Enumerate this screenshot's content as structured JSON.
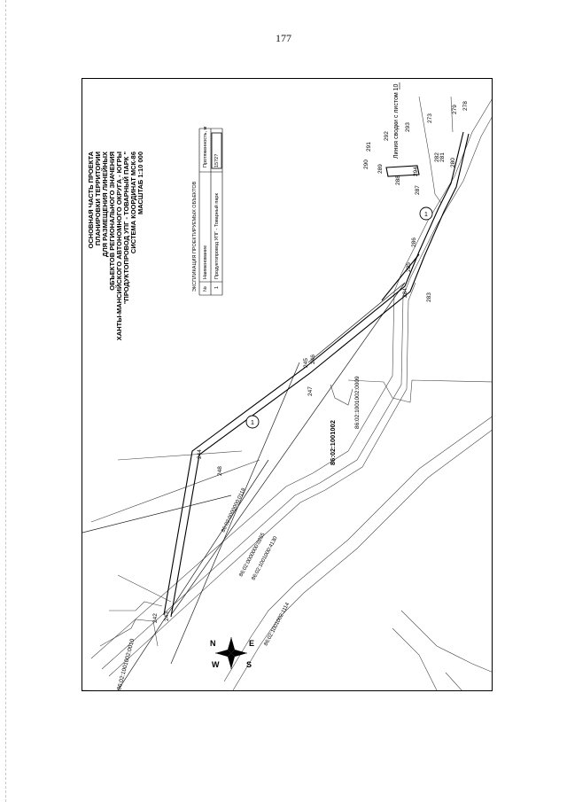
{
  "page": {
    "number": "177"
  },
  "title_block": {
    "lines": [
      "ОСНОВНАЯ ЧАСТЬ ПРОЕКТА",
      "ПЛАНИРОВКИ ТЕРРИТОРИИ",
      "ДЛЯ РАЗМЕЩЕНИЯ ЛИНЕЙНЫХ",
      "ОБЪЕКТОВ РЕГИОНАЛЬНОГО ЗНАЧЕНИЯ",
      "ХАНТЫ-МАНСИЙСКОГО АВТОНОМНОГО ОКРУГА - ЮГРЫ",
      "\"ПРОДУКТОПРОВОД УПГ - ТОВАРНЫЙ ПАРК \"",
      "СИСТЕМА КООРДИНАТ МСК-86",
      "МАСШТАБ 1:10 000"
    ]
  },
  "legend": {
    "title": "ЭКСПЛИКАЦИЯ ПРОЕКТИРУЕМЫХ ОБЪЕКТОВ",
    "col_num": "№",
    "col_name": "Наименование",
    "col_length": "Протяженность, м",
    "rows": [
      {
        "num": "1",
        "name": "Продуктопровод УПГ - Товарный парк",
        "length": "15?2?"
      }
    ]
  },
  "cadastral_labels": {
    "block_main": "86:02:1001002",
    "parcel_0009": "86:02:1001002:0009",
    "parcel_0118": "86:02:0000000:0118",
    "parcel_0255": "86:02:0000000:0255",
    "parcel_4130": "86:02:1001000:4130",
    "parcel_1114": "86:02:1001002:1114",
    "parcel_0010": "86:02:1001002:0010"
  },
  "point_labels": {
    "p242": "242",
    "p243": "243",
    "p244": "244",
    "p245": "245",
    "p246": "246",
    "p247": "247",
    "p248": "248",
    "p283": "283",
    "p284": "284",
    "p285": "285",
    "p286": "286",
    "p287": "287",
    "p288": "288",
    "p289": "289",
    "p290": "290",
    "p291": "291",
    "p292": "292",
    "p293": "293",
    "p294": "294",
    "p273": "273",
    "p278": "278",
    "p279": "279",
    "p280": "280",
    "p281": "281",
    "p282": "282"
  },
  "route_markers": {
    "m1a": "1",
    "m1b": "1"
  },
  "match_line": "Линия сводки с листом 10",
  "compass": {
    "n": "N",
    "s": "S",
    "e": "E",
    "w": "W"
  }
}
